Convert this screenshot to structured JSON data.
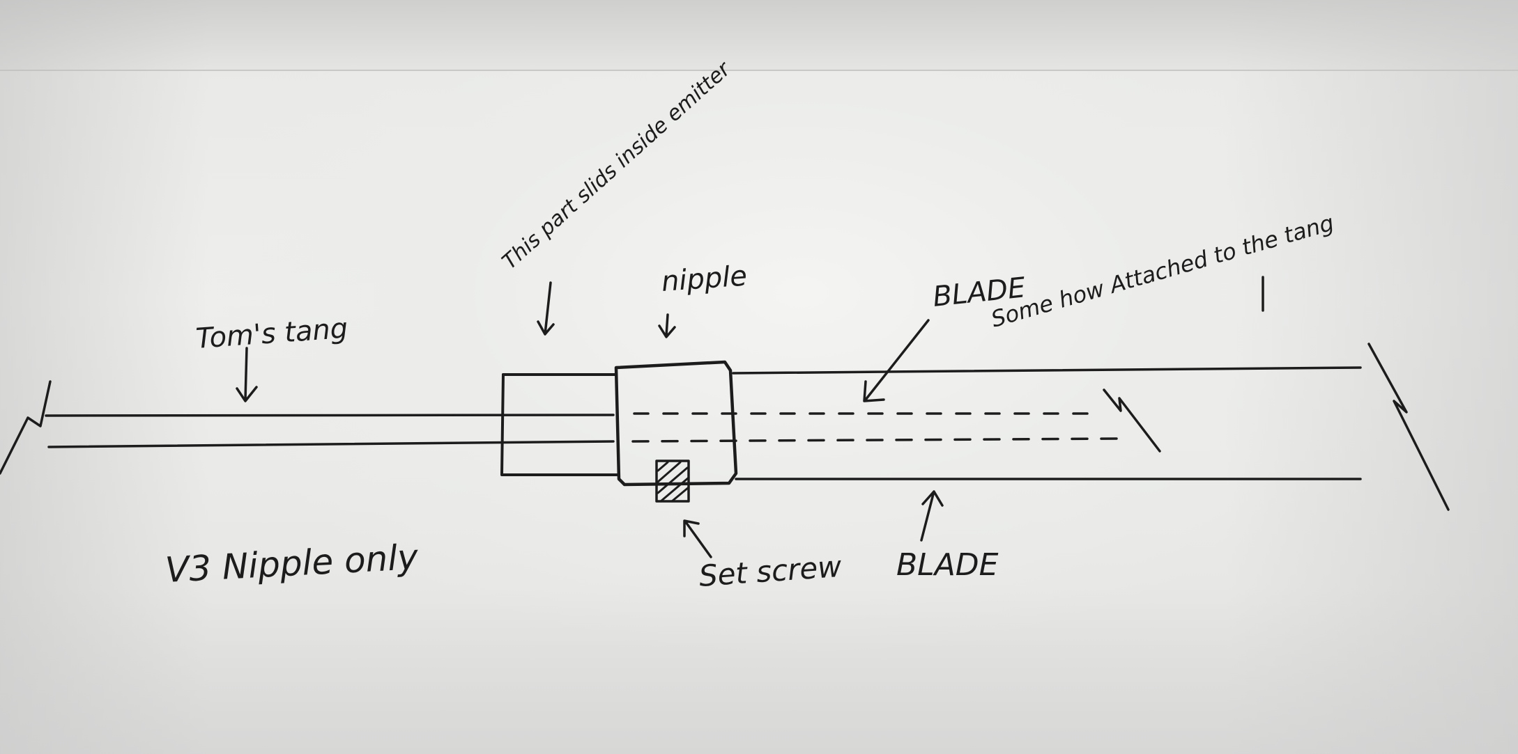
{
  "title": "V3 Nipple only",
  "labels": {
    "toms_tang": "Tom's tang",
    "this_part": "This part slids inside emitter",
    "nipple": "nipple",
    "blade_top": "BLADE",
    "blade_note": "Some how Attached to the tang",
    "set_screw": "Set screw",
    "blade_bottom": "BLADE"
  },
  "colors": {
    "ink": "#1c1c1c",
    "paper": "#ededeb"
  }
}
